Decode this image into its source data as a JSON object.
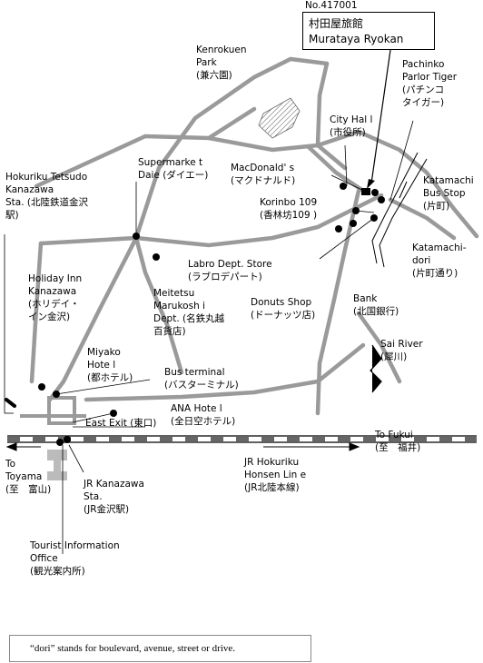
{
  "ryokan": {
    "number": "No.417001",
    "name_jp": "村田屋旅館",
    "name_en": "Murataya Ryokan"
  },
  "labels": {
    "kenrokuen": [
      "Kenrokuen",
      "Park",
      "(兼六園)"
    ],
    "pachinko": [
      "Pachinko",
      "Parlor Tiger",
      "(パチンコ",
      "タイガー)"
    ],
    "city_hall": [
      "City Hal l",
      "(市役所)"
    ],
    "supermarket": [
      "Supermarke t",
      "Daie (ダイエー)"
    ],
    "macdonalds": [
      "MacDonald' s",
      "(マクドナルド)"
    ],
    "katamachi_bus": [
      "Katamachi",
      "Bus Stop",
      "(片町)"
    ],
    "korinbo": [
      "Korinbo 109",
      "(香林坊109 )"
    ],
    "hokuriku_tetsudo": [
      "Hokuriku Tetsudo",
      "Kanazawa",
      "Sta. (北陸鉄道金沢",
      "駅)"
    ],
    "katamachi_dori": [
      "Katamachi-",
      "dori",
      "(片町通り)"
    ],
    "labro": [
      "Labro Dept. Store",
      "(ラブロデパート)"
    ],
    "holiday_inn": [
      "Holiday Inn",
      "Kanazawa",
      "(ホリデイ・",
      "イン金沢)"
    ],
    "meitetsu": [
      "Meitetsu",
      "Marukosh i",
      "Dept. (名鉄丸越",
      "百貨店)"
    ],
    "donuts": [
      "Donuts Shop",
      "(ドーナッツ店)"
    ],
    "bank": [
      "Bank",
      "(北国銀行)"
    ],
    "sai_river": [
      "Sai River",
      "(犀川)"
    ],
    "miyako": [
      "Miyako",
      "Hote l",
      "(都ホテル)"
    ],
    "bus_terminal": [
      "Bus terminal",
      "(バスターミナル)"
    ],
    "ana": [
      "ANA Hote l",
      "(全日空ホテル)"
    ],
    "east_exit": [
      "East Exit (東口)"
    ],
    "to_fukui": [
      "To Fukui",
      "(至　福井)"
    ],
    "to_toyama": [
      "To",
      "Toyama",
      "(至　富山)"
    ],
    "jr_hokuriku": [
      "JR Hokuriku",
      "Honsen Lin e",
      "(JR北陸本線)"
    ],
    "jr_kanazawa": [
      "JR Kanazawa",
      "Sta.",
      "(JR金沢駅)"
    ],
    "tourist_info": [
      "Tourist Information",
      "Office",
      "(観光案内所)"
    ]
  },
  "note": "“dori” stands for boulevard, avenue, street or drive.",
  "colors": {
    "road": "#999999",
    "line": "#000000",
    "rail_dash": "#555555"
  }
}
